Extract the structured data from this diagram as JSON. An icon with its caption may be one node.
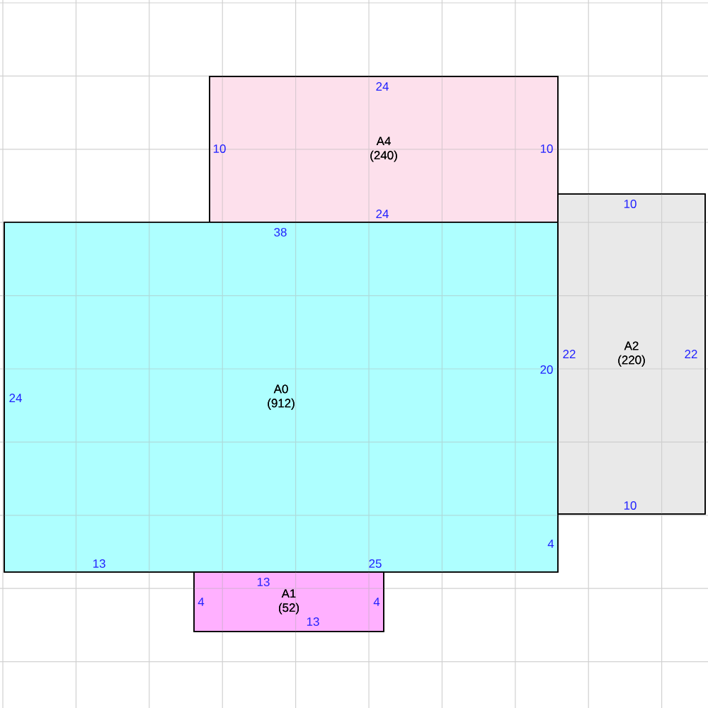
{
  "diagram": {
    "nodes": [
      {
        "text": [
          "A4",
          "(240)"
        ]
      },
      {
        "text": [
          "A0",
          "(912)"
        ]
      },
      {
        "text": [
          "A2",
          "(220)"
        ]
      },
      {
        "text": [
          "A1",
          "(52)"
        ]
      }
    ],
    "labels": [
      "24",
      "10",
      "10",
      "24",
      "10",
      "38",
      "22",
      "22",
      "20",
      "24",
      "10",
      "4",
      "13",
      "25",
      "13",
      "4",
      "4",
      "13"
    ]
  }
}
